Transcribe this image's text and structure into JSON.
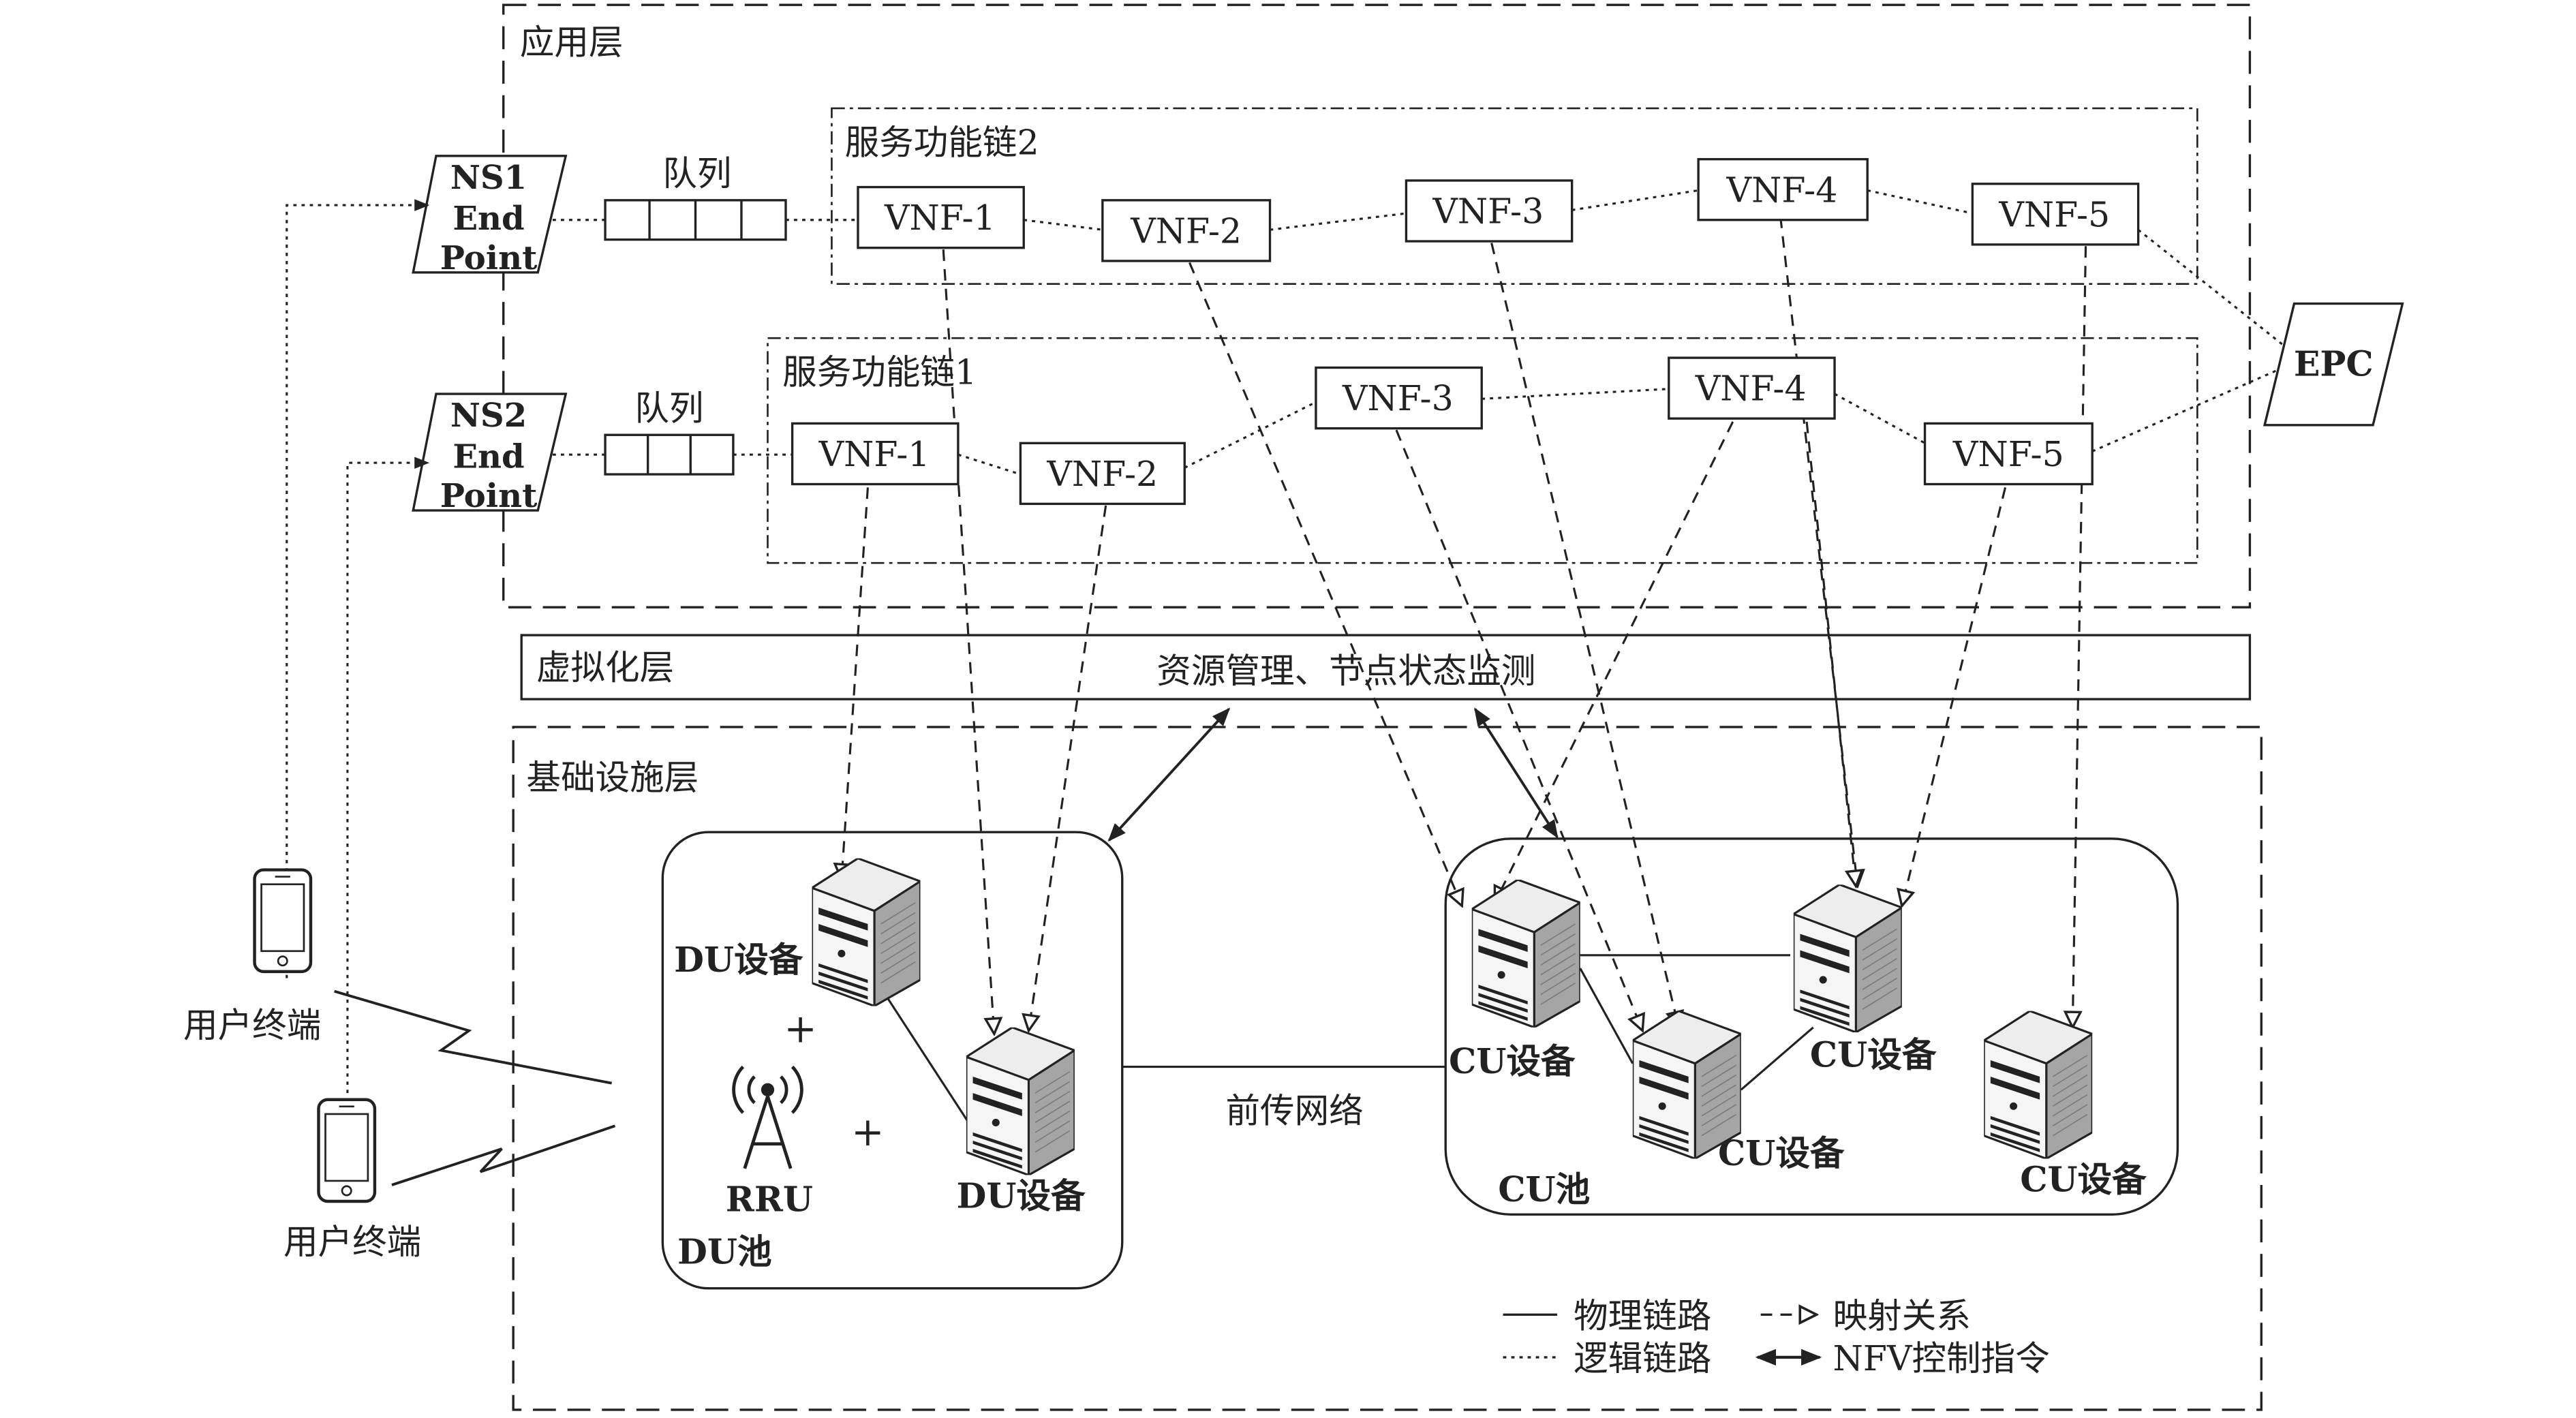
{
  "layers": {
    "application": "应用层",
    "virtualization": "虚拟化层",
    "virtualization_desc": "资源管理、节点状态监测",
    "infrastructure": "基础设施层"
  },
  "chains": {
    "chain2": {
      "title": "服务功能链2",
      "vnfs": [
        "VNF-1",
        "VNF-2",
        "VNF-3",
        "VNF-4",
        "VNF-5"
      ]
    },
    "chain1": {
      "title": "服务功能链1",
      "vnfs": [
        "VNF-1",
        "VNF-2",
        "VNF-3",
        "VNF-4",
        "VNF-5"
      ]
    }
  },
  "endpoints": {
    "ns1": [
      "NS1",
      "End",
      "Point"
    ],
    "ns2": [
      "NS2",
      "End",
      "Point"
    ],
    "epc": "EPC"
  },
  "queue_label": "队列",
  "user_terminal": "用户终端",
  "du_pool": {
    "label": "DU池",
    "du_device": "DU设备",
    "rru": "RRU",
    "plus": "+"
  },
  "cu_pool": {
    "label": "CU池",
    "cu_device": "CU设备"
  },
  "fronthaul": "前传网络",
  "legend": {
    "physical": "物理链路",
    "logical": "逻辑链路",
    "mapping": "映射关系",
    "nfv": "NFV控制指令"
  }
}
